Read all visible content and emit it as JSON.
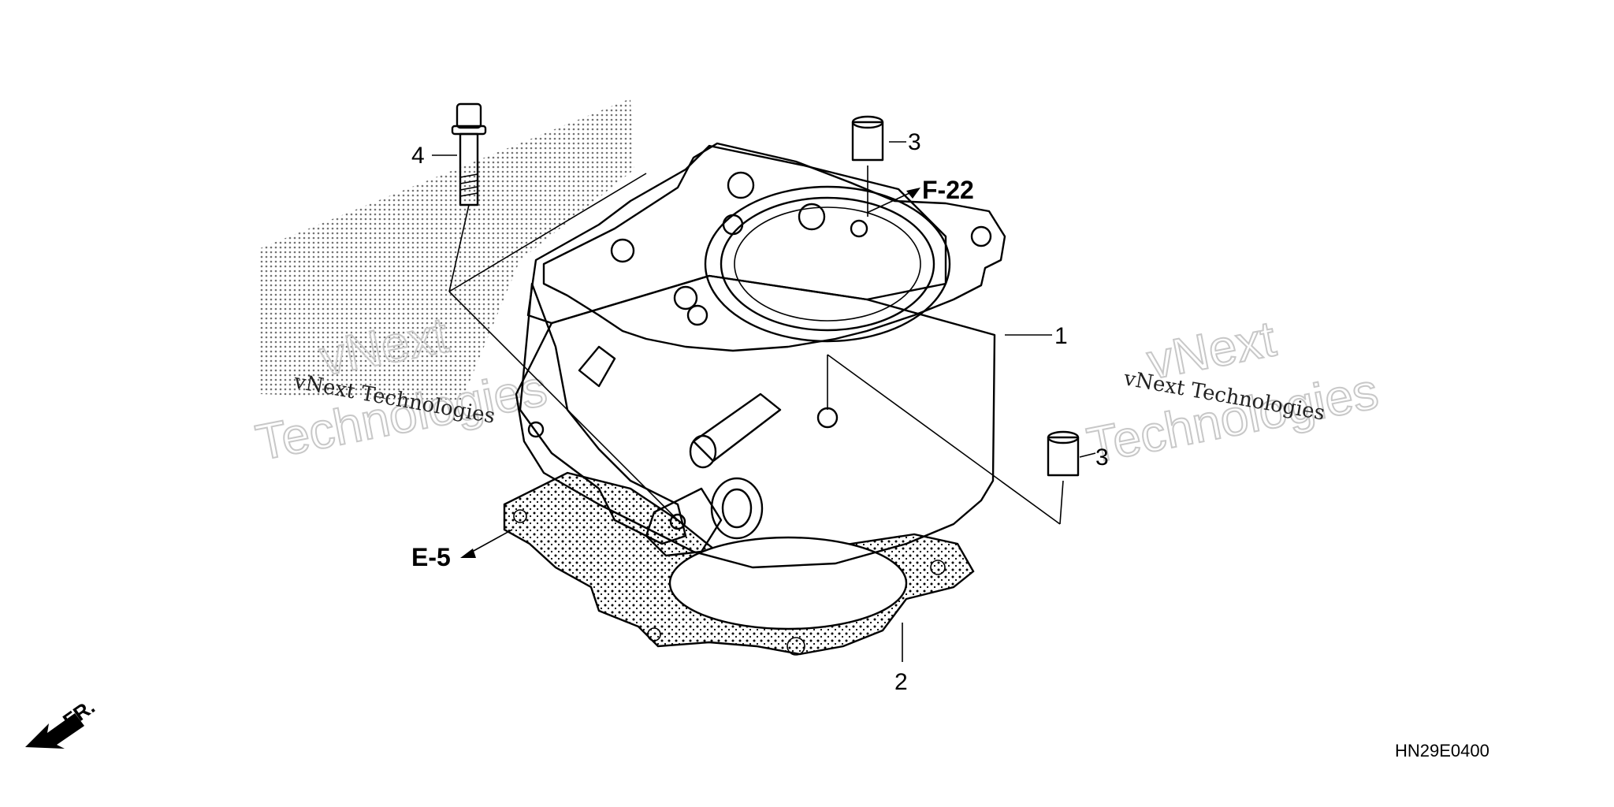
{
  "diagram": {
    "part_labels": {
      "cylinder": "1",
      "gasket": "2",
      "dowel_pin_top": "3",
      "dowel_pin_right": "3",
      "bolt": "4"
    },
    "references": {
      "f22": "F-22",
      "e5": "E-5"
    },
    "front_arrow": "FR.",
    "diagram_code": "HN29E0400",
    "watermarks": {
      "small_left": "vNext Technologies",
      "small_right": "vNext Technologies",
      "big_left_line1": "vNext",
      "big_left_line2": "Technologies",
      "big_right_line1": "vNext",
      "big_right_line2": "Technologies"
    }
  }
}
